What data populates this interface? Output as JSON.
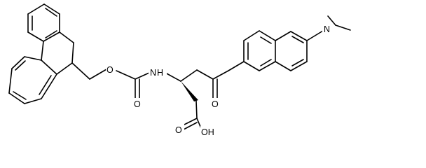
{
  "molecule": {
    "labels": {
      "ether_o": "O",
      "amide_nh": "N",
      "amide_h": "H",
      "carbamate_o": "O",
      "ketone_o": "O",
      "amine_n": "N",
      "acid_o": "O",
      "acid_oh": "OH"
    },
    "colors": {
      "bond": "#000000",
      "text": "#000000",
      "background": "#ffffff"
    }
  }
}
